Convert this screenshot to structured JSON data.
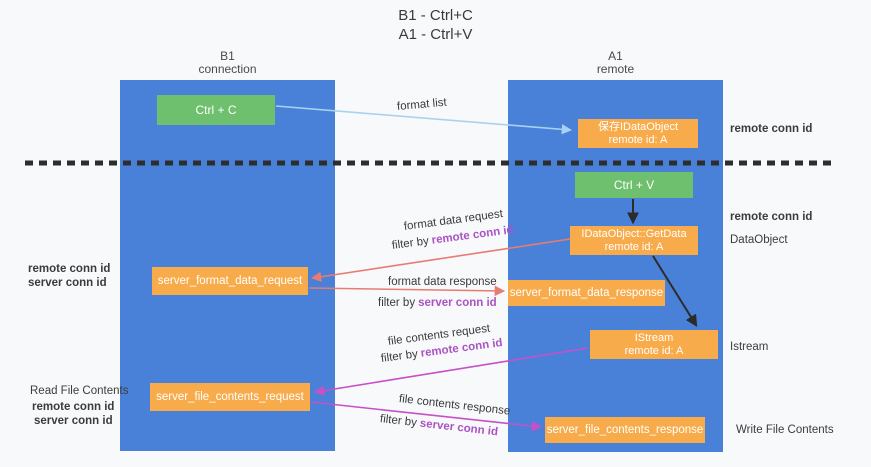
{
  "title": {
    "line1": "B1 - Ctrl+C",
    "line2": "A1 - Ctrl+V"
  },
  "lanes": {
    "left": {
      "name": "B1",
      "role": "connection"
    },
    "right": {
      "name": "A1",
      "role": "remote"
    }
  },
  "nodes": {
    "ctrl_c": {
      "label": "Ctrl + C"
    },
    "ctrl_v": {
      "label": "Ctrl + V"
    },
    "save_dataobject": {
      "line1": "保存IDataObject",
      "line2": "remote id: A"
    },
    "getdata": {
      "line1": "IDataObject::GetData",
      "line2": "remote id: A"
    },
    "istream": {
      "line1": "IStream",
      "line2": "remote id: A"
    },
    "format_request": {
      "label": "server_format_data_request"
    },
    "format_response": {
      "label": "server_format_data_response"
    },
    "file_request": {
      "label": "server_file_contents_request"
    },
    "file_response": {
      "label": "server_file_contents_response"
    }
  },
  "arrow_labels": {
    "format_list": "format list",
    "format_data_request": "format data request",
    "format_data_response": "format data response",
    "file_contents_request": "file contents request",
    "file_contents_response": "file contents response",
    "filter_by": "filter by",
    "remote_conn_id": "remote conn id",
    "server_conn_id": "server conn id"
  },
  "side_labels": {
    "right_remote_conn_id_top": "remote conn id",
    "right_remote_conn_id_mid": "remote conn id",
    "dataobject": "DataObject",
    "istream": "Istream",
    "write_file_contents": "Write File Contents",
    "left_remote_conn_id_top": "remote conn id",
    "left_server_conn_id_top": "server conn id",
    "read_file_contents": "Read File Contents",
    "left_remote_conn_id_bottom": "remote conn id",
    "left_server_conn_id_bottom": "server conn id"
  },
  "colors": {
    "lane_blue": "#4a81d8",
    "node_orange": "#f8ab4a",
    "node_green": "#6ec06f",
    "arrow_light_blue": "#a9d2f0",
    "arrow_salmon": "#e87b72",
    "arrow_magenta": "#c750c7",
    "arrow_black": "#2b2b2b",
    "divider_dashed": "#2d2d2d",
    "text_purple": "#ab53c5",
    "text_green": "#57b25e",
    "background": "#f8f9fa"
  }
}
